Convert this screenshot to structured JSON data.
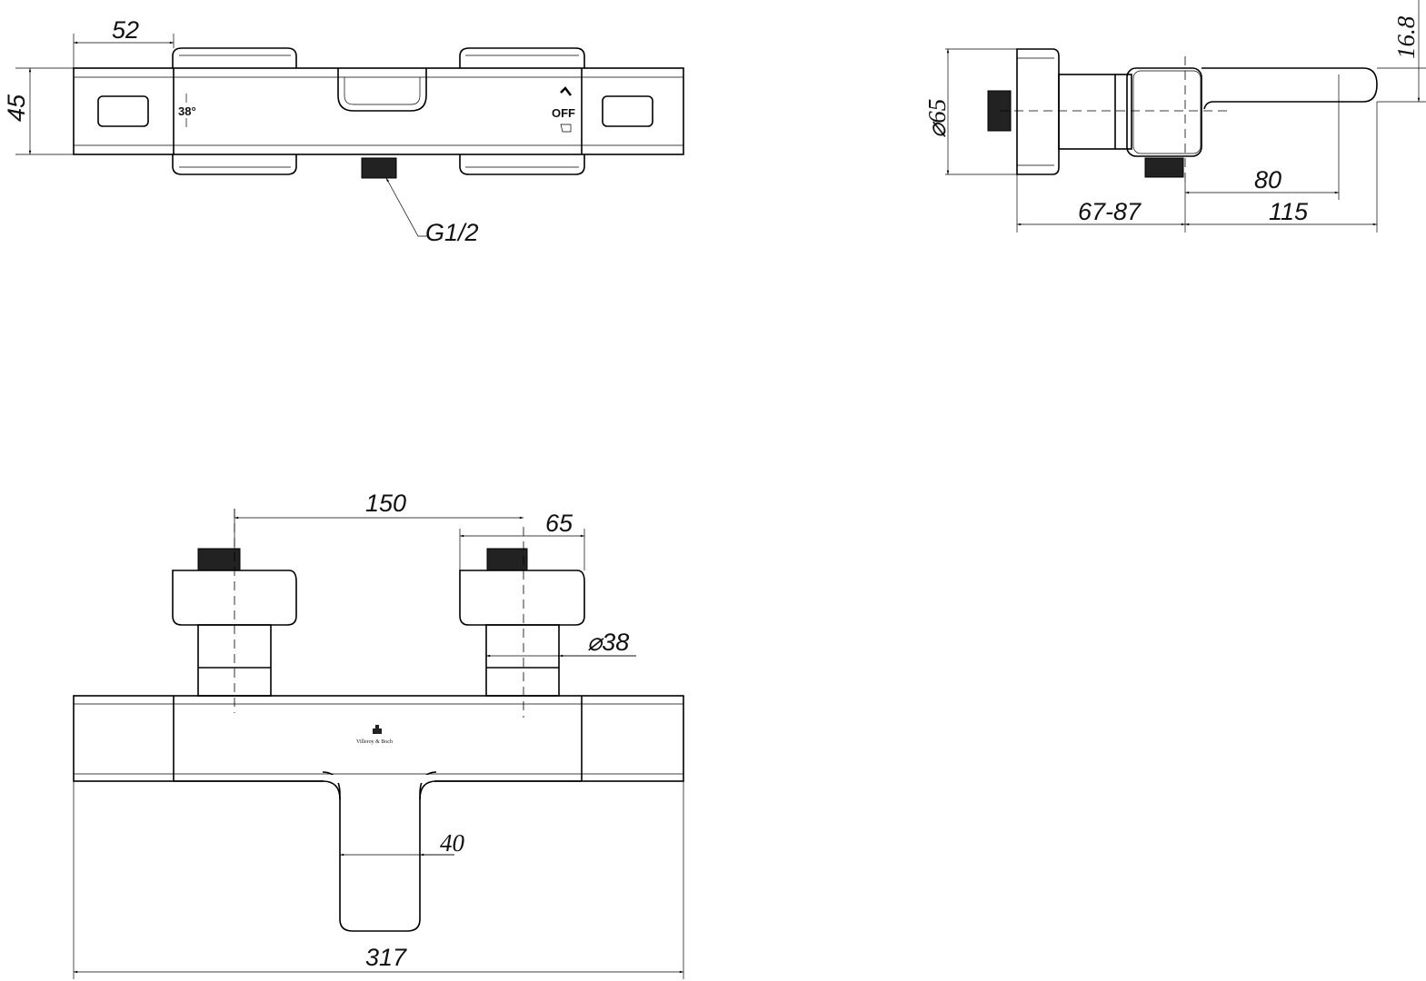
{
  "top_view": {
    "dim_width_handle": "52",
    "dim_height": "45",
    "temp_marking": "38°",
    "off_marking": "OFF",
    "outlet_label": "G1/2"
  },
  "side_view": {
    "dim_diameter": "65",
    "dim_lever": "16.8",
    "dim_80": "80",
    "dim_wall": "67-87",
    "dim_115": "115"
  },
  "front_view": {
    "dim_centers": "150",
    "dim_knob": "65",
    "dim_stem": "38",
    "dim_spout": "40",
    "dim_total": "317",
    "logo_text": "Villeroy & Boch"
  }
}
